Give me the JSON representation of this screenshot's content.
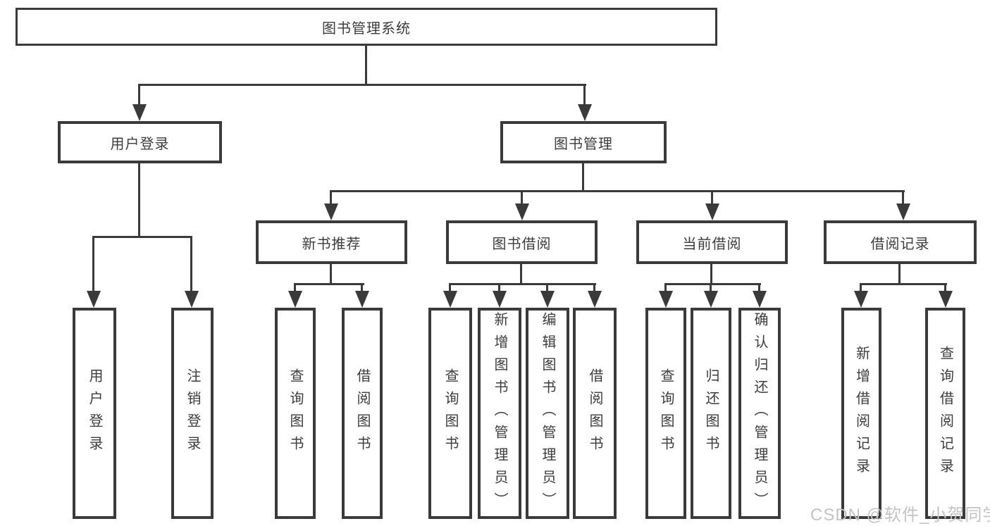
{
  "diagram": {
    "type": "tree",
    "root": {
      "label": "图书管理系统"
    },
    "level2": [
      {
        "label": "用户登录",
        "parent": "图书管理系统"
      },
      {
        "label": "图书管理",
        "parent": "图书管理系统"
      }
    ],
    "level3": [
      {
        "label": "新书推荐",
        "parent": "图书管理"
      },
      {
        "label": "图书借阅",
        "parent": "图书管理"
      },
      {
        "label": "当前借阅",
        "parent": "图书管理"
      },
      {
        "label": "借阅记录",
        "parent": "图书管理"
      }
    ],
    "leaves": [
      {
        "label": "用户登录",
        "parent": "用户登录"
      },
      {
        "label": "注销登录",
        "parent": "用户登录"
      },
      {
        "label": "查询图书",
        "parent": "新书推荐"
      },
      {
        "label": "借阅图书",
        "parent": "新书推荐"
      },
      {
        "label": "查询图书",
        "parent": "图书借阅"
      },
      {
        "label": "新增图书（管理员）",
        "parent": "图书借阅"
      },
      {
        "label": "编辑图书（管理员）",
        "parent": "图书借阅"
      },
      {
        "label": "借阅图书",
        "parent": "图书借阅"
      },
      {
        "label": "查询图书",
        "parent": "当前借阅"
      },
      {
        "label": "归还图书",
        "parent": "当前借阅"
      },
      {
        "label": "确认归还（管理员）",
        "parent": "当前借阅"
      },
      {
        "label": "新增借阅记录",
        "parent": "借阅记录"
      },
      {
        "label": "查询借阅记录",
        "parent": "借阅记录"
      }
    ],
    "watermark": "CSDN @软件_小贺同学",
    "colors": {
      "line": "#3a3a3a",
      "text": "#3c3c3c",
      "watermark": "#c3c3c3",
      "background": "#ffffff"
    }
  }
}
